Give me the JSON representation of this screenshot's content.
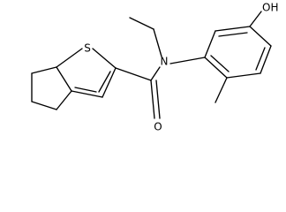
{
  "diagram": {
    "kind": "chemical-structure",
    "atom_labels": {
      "sulfur": "S",
      "nitrogen": "N",
      "oxygen": "O",
      "hydroxyl": "OH"
    },
    "colors": {
      "bond": "#000000",
      "background": "#ffffff"
    }
  }
}
